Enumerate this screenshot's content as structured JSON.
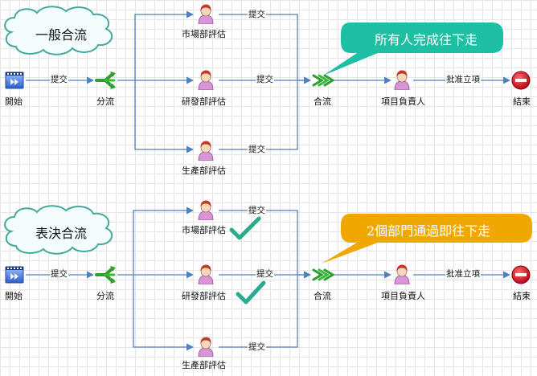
{
  "panel1": {
    "cloud_label": "一般合流",
    "callout_label": "所有人完成往下走",
    "nodes": {
      "start": "開始",
      "split": "分流",
      "review_top": "市場部評估",
      "review_mid": "研發部評估",
      "review_bot": "生產部評估",
      "join": "合流",
      "manager": "項目負責人",
      "end": "結束"
    },
    "edges": {
      "start_split": "提交",
      "top_join": "提交",
      "mid_join": "提交",
      "bot_join": "提交",
      "approve": "批准立項"
    }
  },
  "panel2": {
    "cloud_label": "表決合流",
    "callout_label": "2個部門通過即往下走",
    "nodes": {
      "start": "開始",
      "split": "分流",
      "review_top": "市場部評估",
      "review_mid": "研發部評估",
      "review_bot": "生產部評估",
      "join": "合流",
      "manager": "項目負責人",
      "end": "結束"
    },
    "edges": {
      "start_split": "提交",
      "top_join": "提交",
      "mid_join": "提交",
      "bot_join": "提交",
      "approve": "批准立項"
    }
  },
  "colors": {
    "flow_line": "#4f81bd",
    "callout_green": "#1fbfa3",
    "callout_orange": "#f0a800",
    "check": "#2aab8f",
    "user_hair": "#c0392b",
    "user_body": "#d896d8",
    "stop": "#d0161f",
    "split_green": "#2e9e2e"
  },
  "icons": {
    "start": "film-icon",
    "split": "split-arrow-icon",
    "review": "user-icon",
    "join": "join-arrow-icon",
    "end": "stop-icon",
    "approved": "checkmark-icon"
  }
}
